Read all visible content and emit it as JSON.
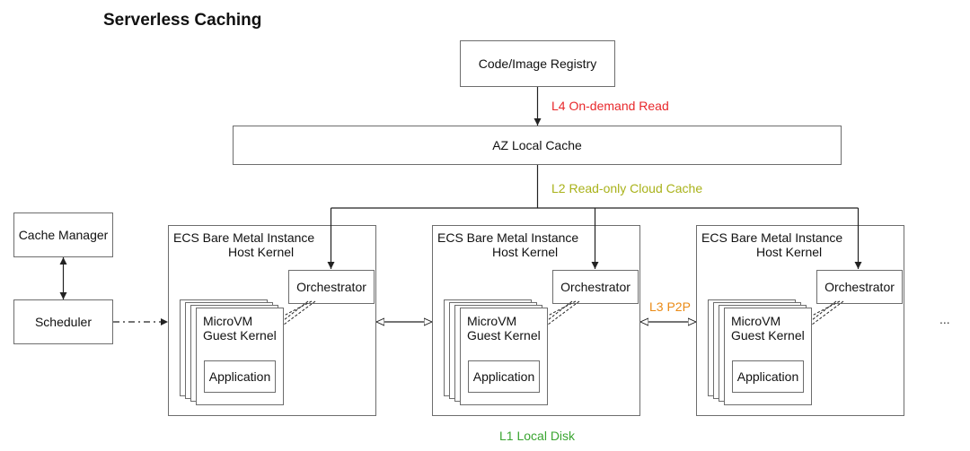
{
  "title": "Serverless Caching",
  "registry": "Code/Image Registry",
  "l4_label": "L4 On-demand Read",
  "az_cache": "AZ Local Cache",
  "l2_label": "L2 Read-only Cloud Cache",
  "cache_manager": "Cache Manager",
  "scheduler": "Scheduler",
  "l3_label": "L3 P2P",
  "l1_label": "L1 Local Disk",
  "ellipsis": "...",
  "instances": [
    {
      "name": "ECS Bare Metal Instance",
      "kernel": "Host Kernel",
      "orchestrator": "Orchestrator",
      "vm_line1": "MicroVM",
      "vm_line2": "Guest Kernel",
      "app": "Application"
    },
    {
      "name": "ECS Bare Metal Instance",
      "kernel": "Host Kernel",
      "orchestrator": "Orchestrator",
      "vm_line1": "MicroVM",
      "vm_line2": "Guest Kernel",
      "app": "Application"
    },
    {
      "name": "ECS Bare Metal Instance",
      "kernel": "Host Kernel",
      "orchestrator": "Orchestrator",
      "vm_line1": "MicroVM",
      "vm_line2": "Guest Kernel",
      "app": "Application"
    }
  ],
  "colors": {
    "l4": "#e8282b",
    "l2": "#a9b21a",
    "l3": "#ea8a15",
    "l1": "#3aa531",
    "line": "#222222",
    "border": "#6d6d6d"
  }
}
